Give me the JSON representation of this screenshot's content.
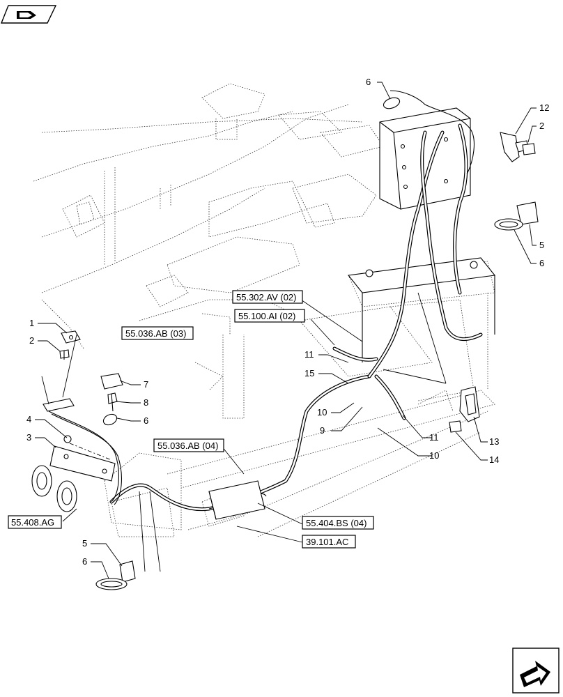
{
  "references": {
    "r1": "55.036.AB (03)",
    "r2": "55.302.AV (02)",
    "r3": "55.100.AI (02)",
    "r4": "55.036.AB (04)",
    "r5": "55.408.AG",
    "r6": "55.404.BS (04)",
    "r7": "39.101.AC"
  },
  "callouts": {
    "c1": "1",
    "c2a": "2",
    "c3": "3",
    "c4": "4",
    "c5a": "5",
    "c6a": "6",
    "c6b": "6",
    "c7": "7",
    "c8": "8",
    "c6c": "6",
    "c12": "12",
    "c2b": "2",
    "c5b": "5",
    "c6d": "6",
    "c11a": "11",
    "c15": "15",
    "c10a": "10",
    "c9": "9",
    "c11b": "11",
    "c10b": "10",
    "c13": "13",
    "c14": "14"
  },
  "icons": {
    "top_left": "book-hand-icon",
    "bottom_right": "next-page-arrow-icon"
  }
}
